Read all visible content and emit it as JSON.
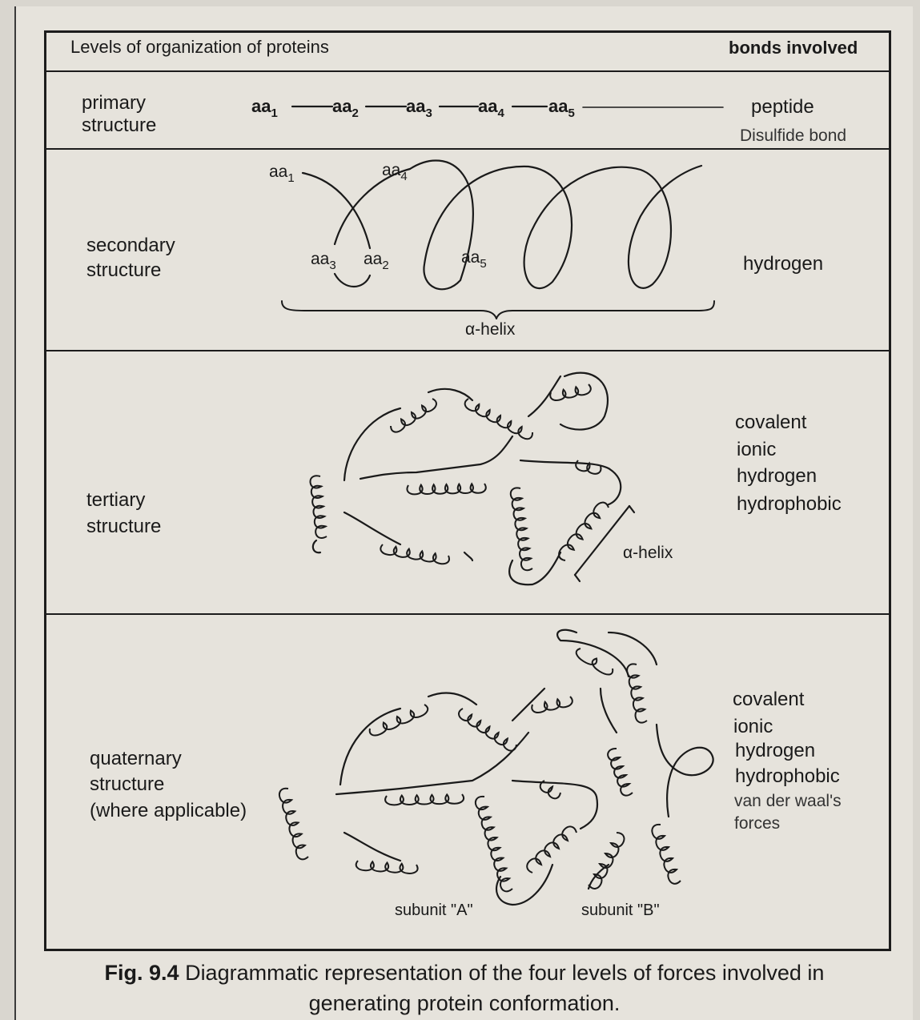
{
  "header": {
    "left": "Levels of organization of proteins",
    "right": "bonds involved"
  },
  "rows": [
    {
      "label": "primary\nstructure",
      "bonds": [
        "peptide",
        "Disulfide bond"
      ]
    },
    {
      "label": "secondary\nstructure",
      "bonds": [
        "hydrogen"
      ]
    },
    {
      "label": "tertiary\nstructure",
      "bonds": [
        "covalent",
        "ionic",
        "hydrogen",
        "hydrophobic"
      ]
    },
    {
      "label": "quaternary\nstructure\n(where applicable)",
      "bonds": [
        "covalent",
        "ionic",
        "hydrogen",
        "hydrophobic",
        "van der waal's",
        "forces"
      ]
    }
  ],
  "primary_chain": {
    "prefix": "aa",
    "subscripts": [
      "1",
      "2",
      "3",
      "4",
      "5"
    ]
  },
  "secondary_labels": {
    "aa1": {
      "base": "aa",
      "sub": "1"
    },
    "aa4": {
      "base": "aa",
      "sub": "4"
    },
    "aa3": {
      "base": "aa",
      "sub": "3"
    },
    "aa2": {
      "base": "aa",
      "sub": "2"
    },
    "aa5": {
      "base": "aa",
      "sub": "5"
    },
    "helix": "α-helix"
  },
  "tertiary_helix_label": "α-helix",
  "subunits": {
    "a": "subunit \"A\"",
    "b": "subunit \"B\""
  },
  "caption": {
    "figure": "Fig. 9.4",
    "line1": " Diagrammatic representation of the four levels of forces involved in",
    "line2": "generating protein conformation."
  }
}
